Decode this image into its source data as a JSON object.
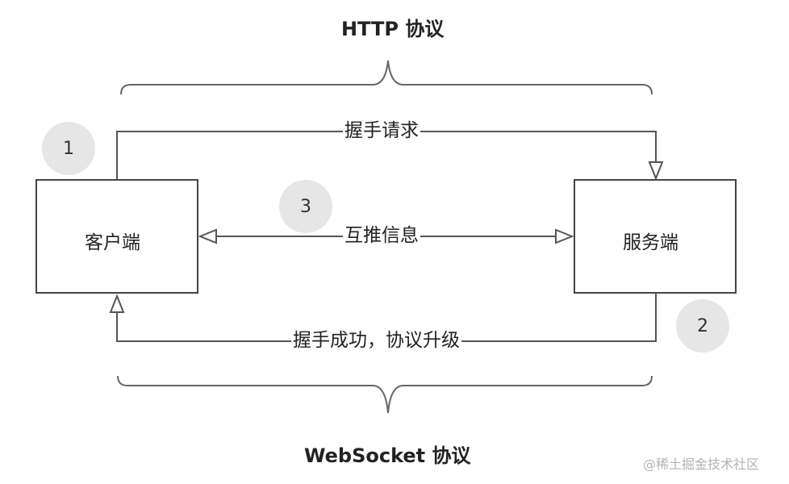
{
  "titles": {
    "top": "HTTP 协议",
    "bottom": "WebSocket 协议"
  },
  "nodes": {
    "client": "客户端",
    "server": "服务端"
  },
  "edges": {
    "handshake_request": "握手请求",
    "bidirectional_push": "互推信息",
    "handshake_success": "握手成功，协议升级"
  },
  "steps": {
    "one": "1",
    "two": "2",
    "three": "3"
  },
  "watermark": "@稀土掘金技术社区",
  "colors": {
    "line": "#555555",
    "badge": "#e6e6e6",
    "text": "#222222"
  }
}
